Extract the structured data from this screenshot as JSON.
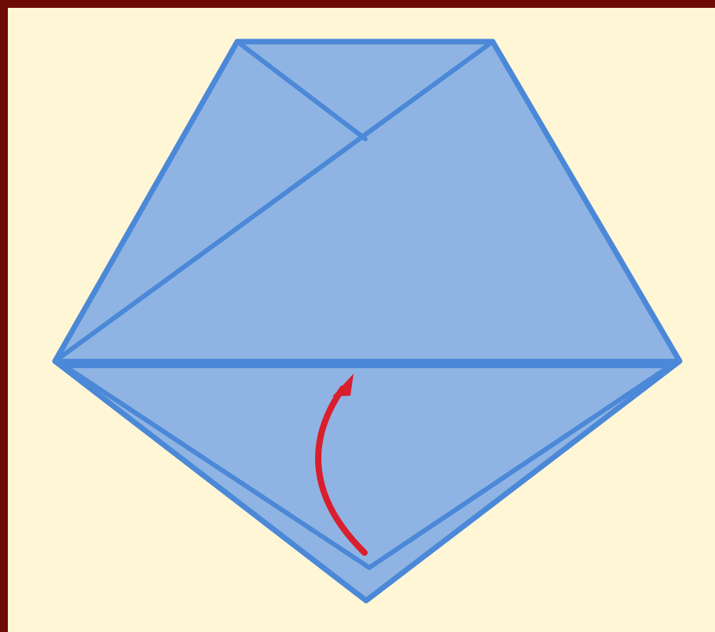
{
  "diagram": {
    "kind": "origami-fold-step",
    "colors": {
      "frame": "#6f0b06",
      "background": "#fff6d6",
      "paper_fill": "#8fb4e3",
      "paper_shadow": "#7aa4dc",
      "fold_line": "#4b88d8",
      "arrow": "#d91f2d"
    },
    "elements": {
      "paper_shape": "pentagon",
      "fold_direction": "up",
      "arrow_icon": "curved-arrow"
    }
  }
}
